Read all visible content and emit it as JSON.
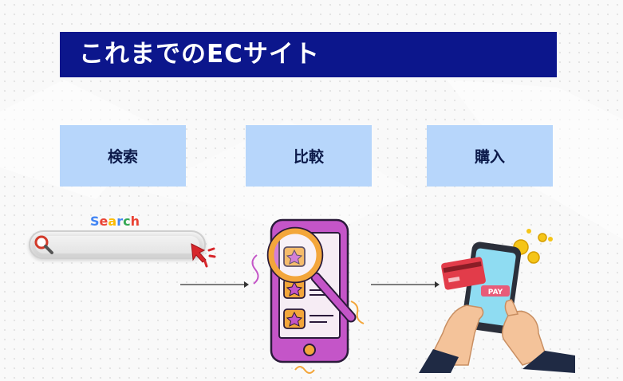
{
  "title": "これまでのECサイト",
  "steps": [
    {
      "label": "検索"
    },
    {
      "label": "比較"
    },
    {
      "label": "購入"
    }
  ],
  "search_illustration": {
    "word_letters": [
      "S",
      "e",
      "a",
      "r",
      "c",
      "h"
    ],
    "letter_colors": [
      "#4285f4",
      "#ea4335",
      "#fbbc05",
      "#4285f4",
      "#34a853",
      "#ea4335"
    ]
  },
  "purchase_illustration": {
    "pay_label": "PAY"
  },
  "colors": {
    "title_bg": "#0c168c",
    "step_bg": "#b7d6fb",
    "arrow": "#333333",
    "phone_purple": "#c455c8",
    "magnifier_orange": "#f3a63b"
  },
  "icons": [
    "search-icon",
    "cursor-arrow-icon",
    "magnifier-icon",
    "star-icon",
    "phone-icon",
    "credit-card-icon",
    "coin-icon",
    "hand-icon"
  ]
}
